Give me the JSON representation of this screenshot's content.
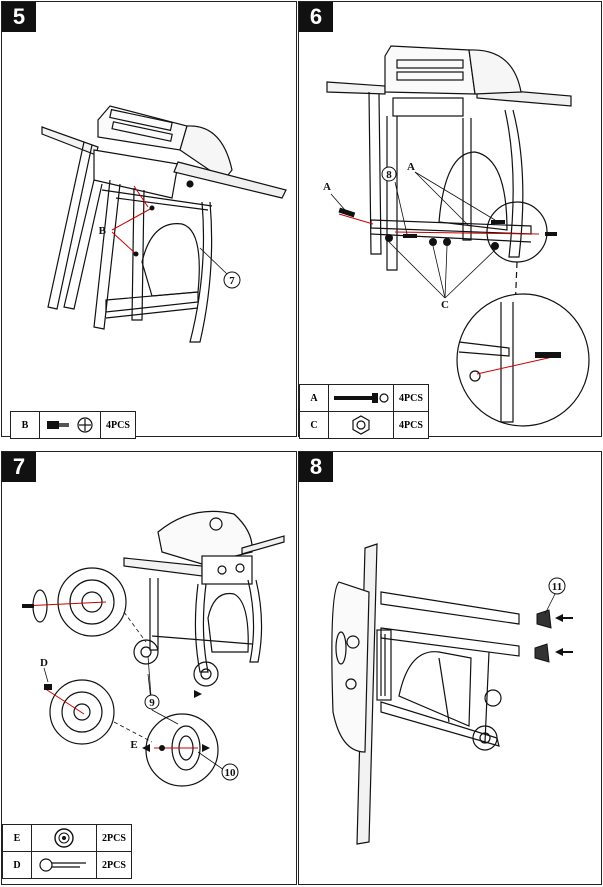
{
  "steps": [
    {
      "number": "5",
      "callouts": {
        "b": "B",
        "seven": "7"
      },
      "parts": [
        {
          "code": "B",
          "qty": "4PCS",
          "icon": "bolt-and-screwhead-icon"
        }
      ]
    },
    {
      "number": "6",
      "callouts": {
        "a1": "A",
        "a2": "A",
        "eight": "8",
        "c": "C"
      },
      "parts": [
        {
          "code": "A",
          "qty": "4PCS",
          "icon": "long-bolt-icon"
        },
        {
          "code": "C",
          "qty": "4PCS",
          "icon": "nut-icon"
        }
      ]
    },
    {
      "number": "7",
      "callouts": {
        "d": "D",
        "e": "E",
        "nine": "9",
        "ten": "10"
      },
      "parts": [
        {
          "code": "E",
          "qty": "2PCS",
          "icon": "wheel-icon"
        },
        {
          "code": "D",
          "qty": "2PCS",
          "icon": "cotter-pin-icon"
        }
      ]
    },
    {
      "number": "8",
      "callouts": {
        "eleven": "11"
      }
    }
  ]
}
